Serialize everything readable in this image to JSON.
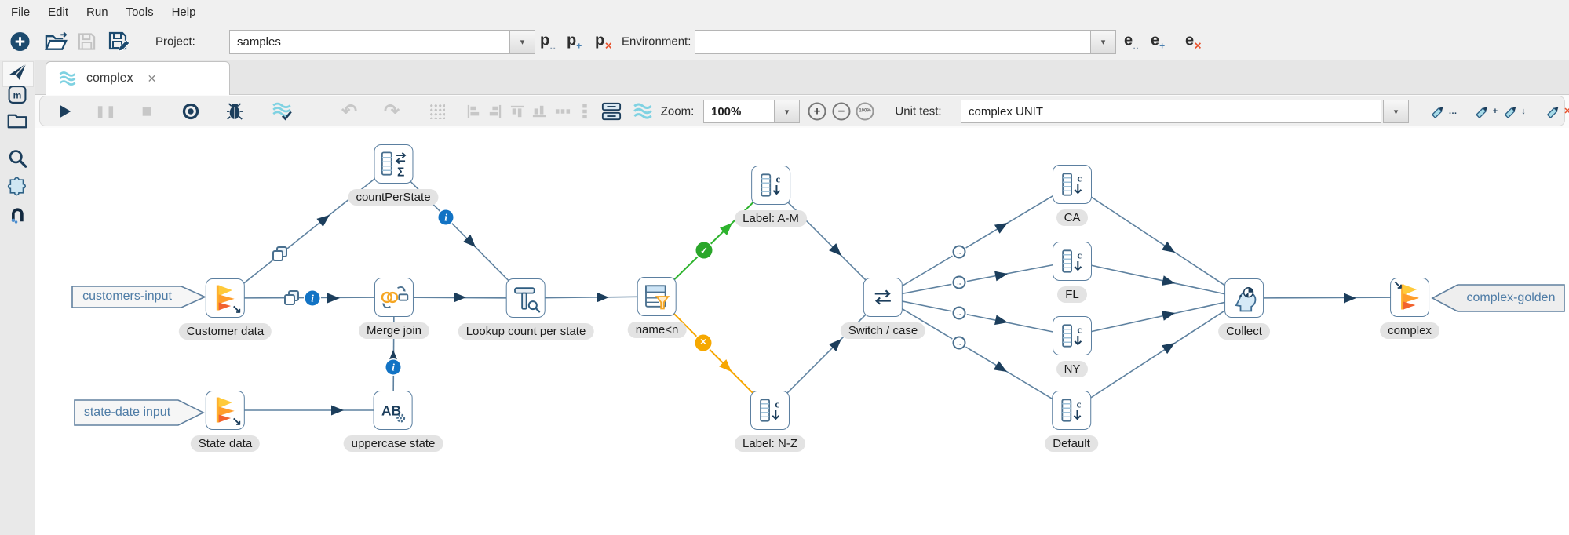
{
  "menu": {
    "items": [
      "File",
      "Edit",
      "Run",
      "Tools",
      "Help"
    ]
  },
  "toolbar": {
    "project_label": "Project:",
    "project_value": "samples",
    "p_letter": "p",
    "environment_label": "Environment:",
    "environment_value": "",
    "e_letter": "e"
  },
  "tab": {
    "title": "complex"
  },
  "pipeline_toolbar": {
    "zoom_label": "Zoom:",
    "zoom_value": "100%",
    "zoom_reset": "100%",
    "unit_test_label": "Unit test:",
    "unit_test_value": "complex UNIT"
  },
  "canvas": {
    "notes": {
      "customers_input": "customers-input",
      "state_date": "state-date input",
      "complex_golden": "complex-golden"
    },
    "nodes": {
      "customer_data": "Customer data",
      "count_per_state": "countPerState",
      "merge_join": "Merge join",
      "lookup": "Lookup count per state",
      "filter": "name<n",
      "label_am": "Label: A-M",
      "label_nz": "Label: N-Z",
      "switch_case": "Switch / case",
      "ca": "CA",
      "fl": "FL",
      "ny": "NY",
      "default": "Default",
      "collect": "Collect",
      "complex": "complex",
      "state_data": "State data",
      "uppercase": "uppercase state"
    }
  },
  "glyphs": {
    "dropdown": "▾",
    "close": "✕",
    "dots": "…",
    "sub_dots": "‥",
    "plus": "+",
    "minus": "−",
    "cross": "✕",
    "down": "↓",
    "dataset_arrow": "↘",
    "undo": "↶",
    "redo": "↷",
    "info": "i",
    "check": "✓",
    "target": "‥",
    "pause": "❚❚",
    "stop": "■"
  },
  "colors": {
    "hop_line": "#5f82a0",
    "arrow_head": "#1c3e5c",
    "true_hop_green": "#2db32d",
    "false_hop_orange": "#f7a600",
    "info_blue": "#1273c4",
    "hop_logo_orange": "#ff9e2c",
    "teal_icon": "#7fd2e2",
    "disabled_gray": "#c7c7c7",
    "note_text": "#4e7ca6",
    "pill_bg": "#e3e3e3"
  }
}
